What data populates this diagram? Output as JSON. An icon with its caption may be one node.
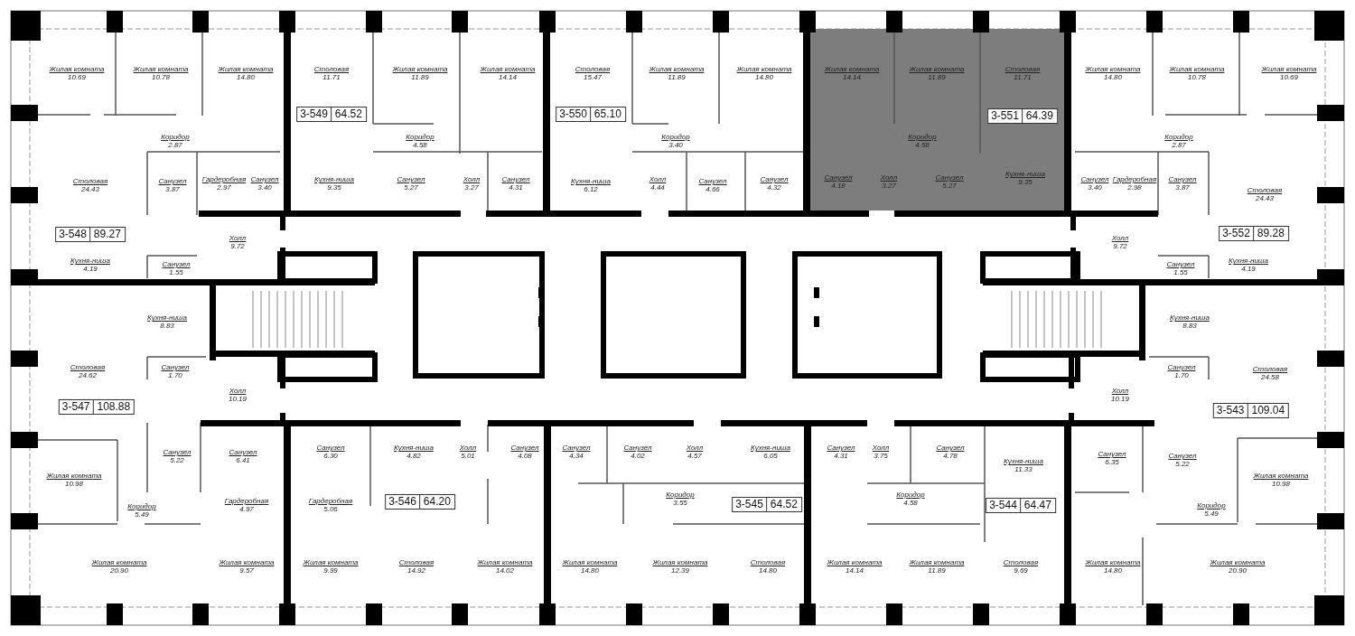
{
  "diagram": {
    "nodes": [
      {
        "text": [
          "Жилая комната",
          "10.69"
        ]
      },
      {
        "text": [
          "Жилая комната",
          "10.78"
        ]
      },
      {
        "text": [
          "Жилая комната",
          "14.80"
        ]
      },
      {
        "text": [
          "Столовая",
          "11.71"
        ]
      },
      {
        "text": [
          "Жилая комната",
          "11.89"
        ]
      },
      {
        "text": [
          "Жилая комната",
          "14.14"
        ]
      },
      {
        "text": [
          "Столовая",
          "15.47"
        ]
      },
      {
        "text": [
          "Жилая комната",
          "11.89"
        ]
      },
      {
        "text": [
          "Жилая комната",
          "14.80"
        ]
      },
      {
        "text": [
          "Жилая комната",
          "14.14"
        ]
      },
      {
        "text": [
          "Жилая комната",
          "11.89"
        ]
      },
      {
        "text": [
          "Столовая",
          "11.71"
        ]
      },
      {
        "text": [
          "Жилая комната",
          "14.80"
        ]
      },
      {
        "text": [
          "Жилая комната",
          "10.78"
        ]
      },
      {
        "text": [
          "Жилая комната",
          "10.69"
        ]
      },
      {
        "text": [
          "3-549",
          "64.52"
        ]
      },
      {
        "text": [
          "3-550",
          "65.10"
        ]
      },
      {
        "text": [
          "3-551",
          "64.39"
        ]
      },
      {
        "text": [
          "Коридор",
          "2.87"
        ]
      },
      {
        "text": [
          "Коридор",
          "4.58"
        ]
      },
      {
        "text": [
          "Коридор",
          "3.40"
        ]
      },
      {
        "text": [
          "Коридор",
          "4.58"
        ]
      },
      {
        "text": [
          "Коридор",
          "2.87"
        ]
      },
      {
        "text": [
          "Столовая",
          "24.43"
        ]
      },
      {
        "text": [
          "Санузел",
          "3.87"
        ]
      },
      {
        "text": [
          "Гардеробная",
          "2.97"
        ]
      },
      {
        "text": [
          "Санузел",
          "3.40"
        ]
      },
      {
        "text": [
          "Кухня-ниша",
          "9.35"
        ]
      },
      {
        "text": [
          "Санузел",
          "5.27"
        ]
      },
      {
        "text": [
          "Холл",
          "3.27"
        ]
      },
      {
        "text": [
          "Санузел",
          "4.31"
        ]
      },
      {
        "text": [
          "Кухня-ниша",
          "6.12"
        ]
      },
      {
        "text": [
          "Холл",
          "4.44"
        ]
      },
      {
        "text": [
          "Санузел",
          "4.66"
        ]
      },
      {
        "text": [
          "Санузел",
          "4.32"
        ]
      },
      {
        "text": [
          "Санузел",
          "4.18"
        ]
      },
      {
        "text": [
          "Холл",
          "3.27"
        ]
      },
      {
        "text": [
          "Санузел",
          "5.27"
        ]
      },
      {
        "text": [
          "Кухня-ниша",
          "9.35"
        ]
      },
      {
        "text": [
          "Санузел",
          "3.40"
        ]
      },
      {
        "text": [
          "Гардеробная",
          "2.98"
        ]
      },
      {
        "text": [
          "Санузел",
          "3.87"
        ]
      },
      {
        "text": [
          "Столовая",
          "24.43"
        ]
      },
      {
        "text": [
          "3-548",
          "89.27"
        ]
      },
      {
        "text": [
          "Холл",
          "9.72"
        ]
      },
      {
        "text": [
          "3-552",
          "89.28"
        ]
      },
      {
        "text": [
          "Холл",
          "9.72"
        ]
      },
      {
        "text": [
          "Кухня-ниша",
          "4.19"
        ]
      },
      {
        "text": [
          "Санузел",
          "1.55"
        ]
      },
      {
        "text": [
          "Санузел",
          "1.55"
        ]
      },
      {
        "text": [
          "Кухня-ниша",
          "4.19"
        ]
      },
      {
        "text": [
          "Кухня-ниша",
          "8.83"
        ]
      },
      {
        "text": [
          "Кухня-ниша",
          "8.83"
        ]
      },
      {
        "text": [
          "Столовая",
          "24.62"
        ]
      },
      {
        "text": [
          "Санузел",
          "1.70"
        ]
      },
      {
        "text": [
          "Столовая",
          "24.58"
        ]
      },
      {
        "text": [
          "Санузел",
          "1.70"
        ]
      },
      {
        "text": [
          "Холл",
          "10.19"
        ]
      },
      {
        "text": [
          "Холл",
          "10.19"
        ]
      },
      {
        "text": [
          "3-547",
          "108.88"
        ]
      },
      {
        "text": [
          "3-543",
          "109.04"
        ]
      },
      {
        "text": [
          "Санузел",
          "5.22"
        ]
      },
      {
        "text": [
          "Санузел",
          "6.41"
        ]
      },
      {
        "text": [
          "Санузел",
          "6.30"
        ]
      },
      {
        "text": [
          "Кухня-ниша",
          "4.82"
        ]
      },
      {
        "text": [
          "Холл",
          "5.01"
        ]
      },
      {
        "text": [
          "Санузел",
          "4.08"
        ]
      },
      {
        "text": [
          "Санузел",
          "4.34"
        ]
      },
      {
        "text": [
          "Санузел",
          "4.02"
        ]
      },
      {
        "text": [
          "Холл",
          "4.57"
        ]
      },
      {
        "text": [
          "Кухня-ниша",
          "6.05"
        ]
      },
      {
        "text": [
          "Санузел",
          "4.31"
        ]
      },
      {
        "text": [
          "Холл",
          "3.75"
        ]
      },
      {
        "text": [
          "Санузел",
          "4.78"
        ]
      },
      {
        "text": [
          "Кухня-ниша",
          "11.33"
        ]
      },
      {
        "text": [
          "Санузел",
          "6.35"
        ]
      },
      {
        "text": [
          "Санузел",
          "5.22"
        ]
      },
      {
        "text": [
          "Жилая комната",
          "10.98"
        ]
      },
      {
        "text": [
          "Жилая комната",
          "10.98"
        ]
      },
      {
        "text": [
          "Гардеробная",
          "4.97"
        ]
      },
      {
        "text": [
          "Гардеробная",
          "5.06"
        ]
      },
      {
        "text": [
          "3-546",
          "64.20"
        ]
      },
      {
        "text": [
          "Коридор",
          "3.55"
        ]
      },
      {
        "text": [
          "3-545",
          "64.52"
        ]
      },
      {
        "text": [
          "Коридор",
          "4.58"
        ]
      },
      {
        "text": [
          "3-544",
          "64.47"
        ]
      },
      {
        "text": [
          "Коридор",
          "5.49"
        ]
      },
      {
        "text": [
          "Коридор",
          "5.49"
        ]
      },
      {
        "text": [
          "Жилая комната",
          "20.90"
        ]
      },
      {
        "text": [
          "Жилая комната",
          "9.57"
        ]
      },
      {
        "text": [
          "Жилая комната",
          "9.99"
        ]
      },
      {
        "text": [
          "Столовая",
          "14.92"
        ]
      },
      {
        "text": [
          "Жилая комната",
          "14.02"
        ]
      },
      {
        "text": [
          "Жилая комната",
          "14.80"
        ]
      },
      {
        "text": [
          "Жилая комната",
          "12.39"
        ]
      },
      {
        "text": [
          "Столовая",
          "14.80"
        ]
      },
      {
        "text": [
          "Жилая комната",
          "14.14"
        ]
      },
      {
        "text": [
          "Жилая комната",
          "11.89"
        ]
      },
      {
        "text": [
          "Столовая",
          "9.69"
        ]
      },
      {
        "text": [
          "Жилая комната",
          "14.80"
        ]
      },
      {
        "text": [
          "Жилая комната",
          "20.90"
        ]
      }
    ]
  }
}
